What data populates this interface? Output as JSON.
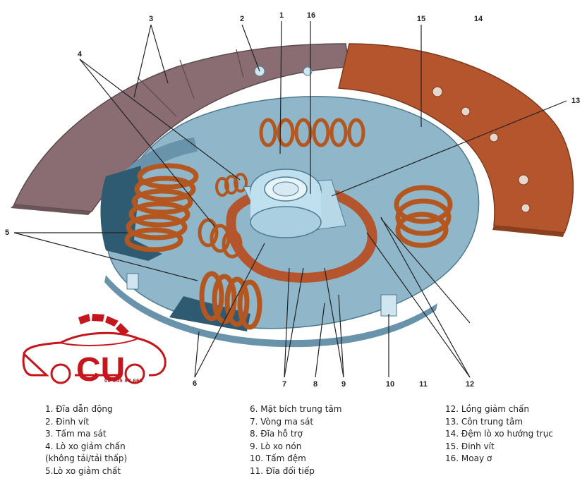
{
  "callouts": [
    "1",
    "2",
    "3",
    "4",
    "5",
    "6",
    "7",
    "8",
    "9",
    "10",
    "11",
    "12",
    "13",
    "14",
    "15",
    "16"
  ],
  "legend": {
    "col1": [
      "1. Đĩa dẫn động",
      "2. Đinh vít",
      "3. Tấm ma sát",
      "4. Lò xo giảm chấn",
      "(không tải/tải thấp)",
      "5.Lò xo giảm chất"
    ],
    "col2": [
      "6. Mặt bích trung tâm",
      "7. Vòng ma sát",
      "8. Đĩa hỗ trợ",
      "9. Lò xo nón",
      "10. Tấm đệm",
      "11. Đĩa đối tiếp"
    ],
    "col3": [
      "12. Lồng giảm chấn",
      "13. Côn trung tâm",
      "14. Đệm lò xo hướng trục",
      "15. Đinh vít",
      "16. Moay ơ"
    ]
  },
  "logo": {
    "phone": "08 345 88 666"
  },
  "colors": {
    "facing_left": "#8a6d73",
    "facing_right": "#b4552d",
    "plate": "#8fb6c9",
    "plate_dark": "#6893aa",
    "hub": "#bfe0ee",
    "spring": "#b3561f",
    "logo_red": "#c4161c"
  }
}
